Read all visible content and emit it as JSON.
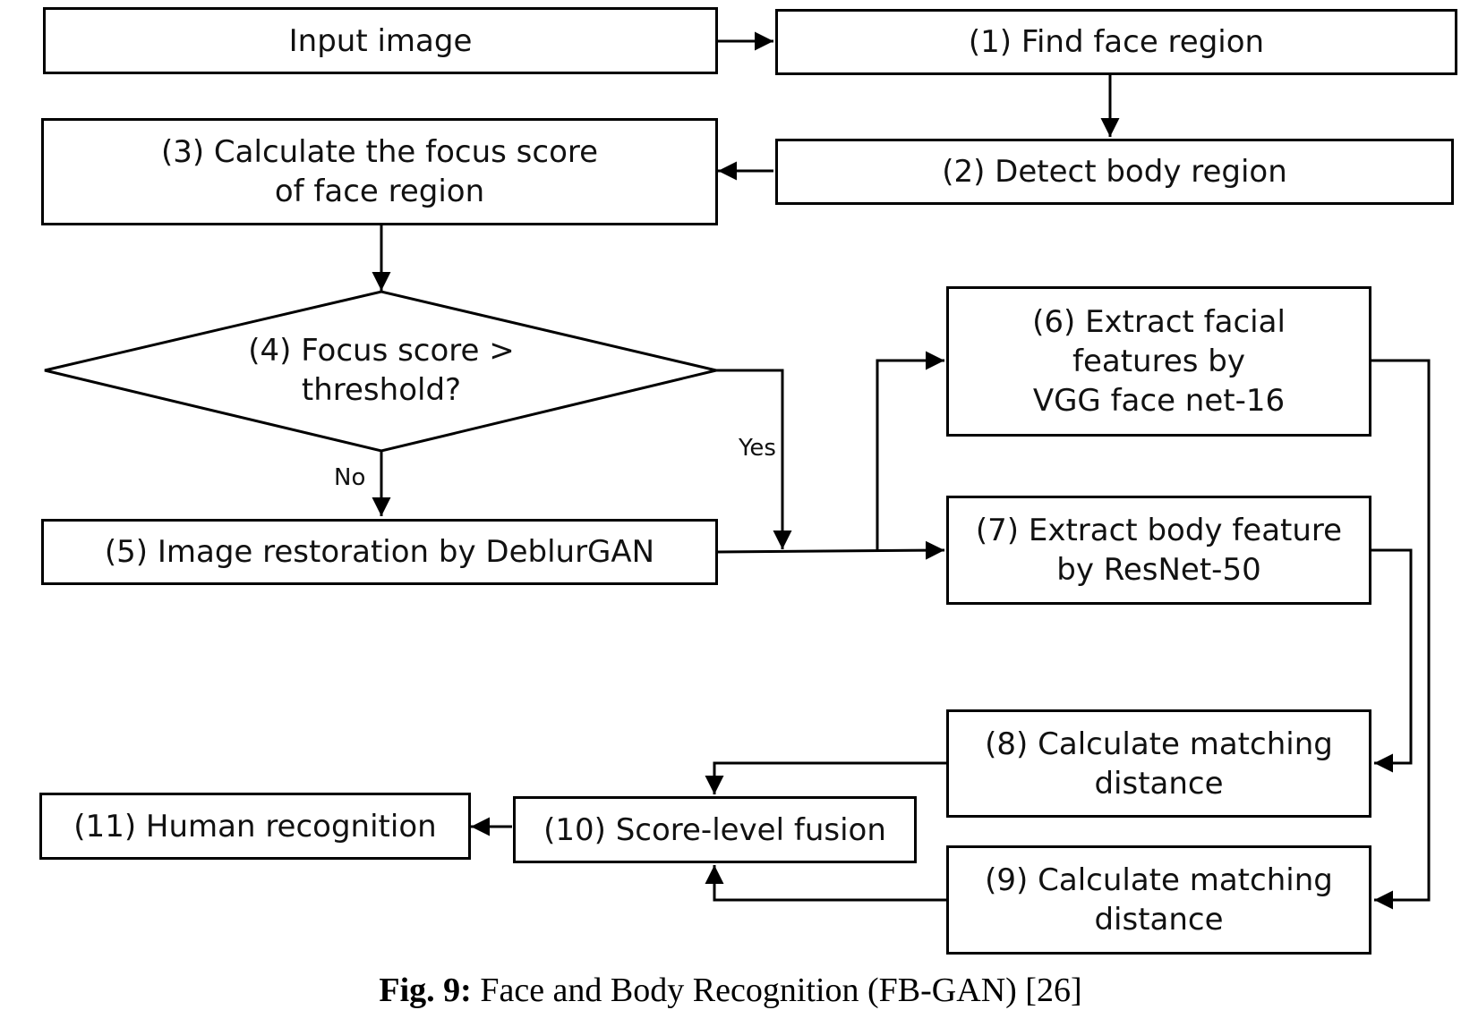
{
  "nodes": {
    "input": "Input image",
    "n1": "(1) Find face region",
    "n2": "(2) Detect body region",
    "n3": "(3) Calculate the focus score\nof face region",
    "n4": "(4) Focus score >\nthreshold?",
    "n5": "(5) Image restoration by DeblurGAN",
    "n6": "(6) Extract facial\nfeatures by\nVGG face net-16",
    "n7": "(7) Extract body feature\nby ResNet-50",
    "n8": "(8) Calculate matching\ndistance",
    "n9": "(9) Calculate matching\ndistance",
    "n10": "(10) Score-level fusion",
    "n11": "(11) Human recognition"
  },
  "edge_labels": {
    "yes": "Yes",
    "no": "No"
  },
  "caption": {
    "label": "Fig. 9:",
    "text": " Face and Body Recognition (FB-GAN) [26]"
  }
}
